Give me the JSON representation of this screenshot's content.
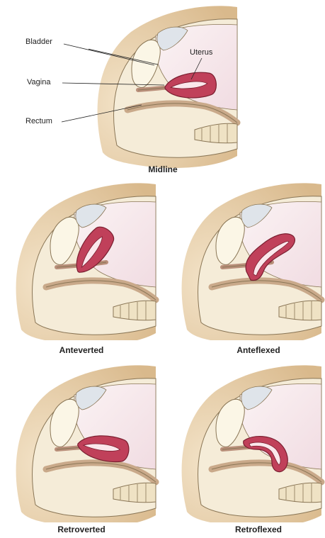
{
  "labels": {
    "bladder": "Bladder",
    "vagina": "Vagina",
    "rectum": "Rectum",
    "uterus": "Uterus"
  },
  "captions": {
    "midline": "Midline",
    "anteverted": "Anteverted",
    "anteflexed": "Anteflexed",
    "retroverted": "Retroverted",
    "retroflexed": "Retroflexed"
  },
  "colors": {
    "skin": "#e8d3b4",
    "tissue": "#f4ecd8",
    "cavity": "#f6e6ea",
    "uterus": "#c0405a",
    "uterus_outline": "#7a1f30",
    "bladder": "#dfe4ea",
    "line": "#6b5a40"
  },
  "uterus_positions": [
    "midline",
    "anteverted",
    "anteflexed",
    "retroverted",
    "retroflexed"
  ]
}
